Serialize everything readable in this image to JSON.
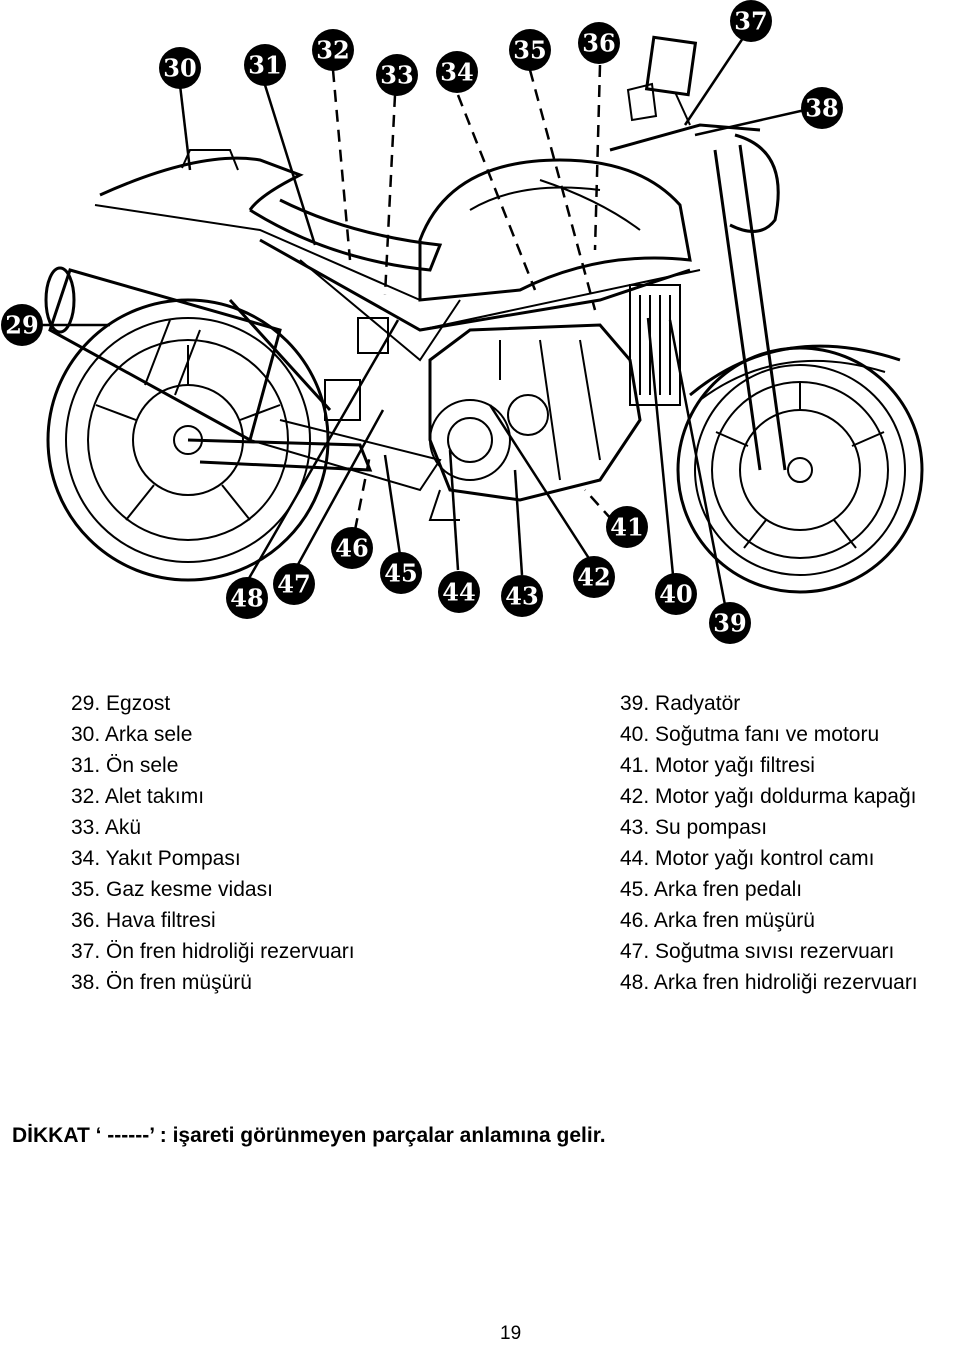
{
  "diagram": {
    "callouts": [
      {
        "id": "29",
        "label": "29"
      },
      {
        "id": "30",
        "label": "30"
      },
      {
        "id": "31",
        "label": "31"
      },
      {
        "id": "32",
        "label": "32"
      },
      {
        "id": "33",
        "label": "33"
      },
      {
        "id": "34",
        "label": "34"
      },
      {
        "id": "35",
        "label": "35"
      },
      {
        "id": "36",
        "label": "36"
      },
      {
        "id": "37",
        "label": "37"
      },
      {
        "id": "38",
        "label": "38"
      },
      {
        "id": "39",
        "label": "39"
      },
      {
        "id": "40",
        "label": "40"
      },
      {
        "id": "41",
        "label": "41"
      },
      {
        "id": "42",
        "label": "42"
      },
      {
        "id": "43",
        "label": "43"
      },
      {
        "id": "44",
        "label": "44"
      },
      {
        "id": "45",
        "label": "45"
      },
      {
        "id": "46",
        "label": "46"
      },
      {
        "id": "47",
        "label": "47"
      },
      {
        "id": "48",
        "label": "48"
      }
    ]
  },
  "legend": {
    "left": [
      "29.  Egzost",
      "30.  Arka sele",
      "31.  Ön sele",
      "32.  Alet takımı",
      "33.  Akü",
      "34.  Yakıt Pompası",
      "35.  Gaz kesme vidası",
      "36.  Hava filtresi",
      "37.  Ön fren hidroliği rezervuarı",
      "38.  Ön fren müşürü"
    ],
    "right": [
      "39.  Radyatör",
      "40.  Soğutma fanı ve motoru",
      "41.  Motor yağı filtresi",
      "42.  Motor yağı doldurma kapağı",
      "43.  Su pompası",
      "44.  Motor yağı kontrol camı",
      "45.  Arka fren pedalı",
      "46.  Arka fren müşürü",
      "47.  Soğutma sıvısı rezervuarı",
      "48.  Arka fren hidroliği rezervuarı"
    ]
  },
  "notice": "DİKKAT  ‘ ------’ : işareti görünmeyen parçalar anlamına gelir.",
  "page_number": "19"
}
